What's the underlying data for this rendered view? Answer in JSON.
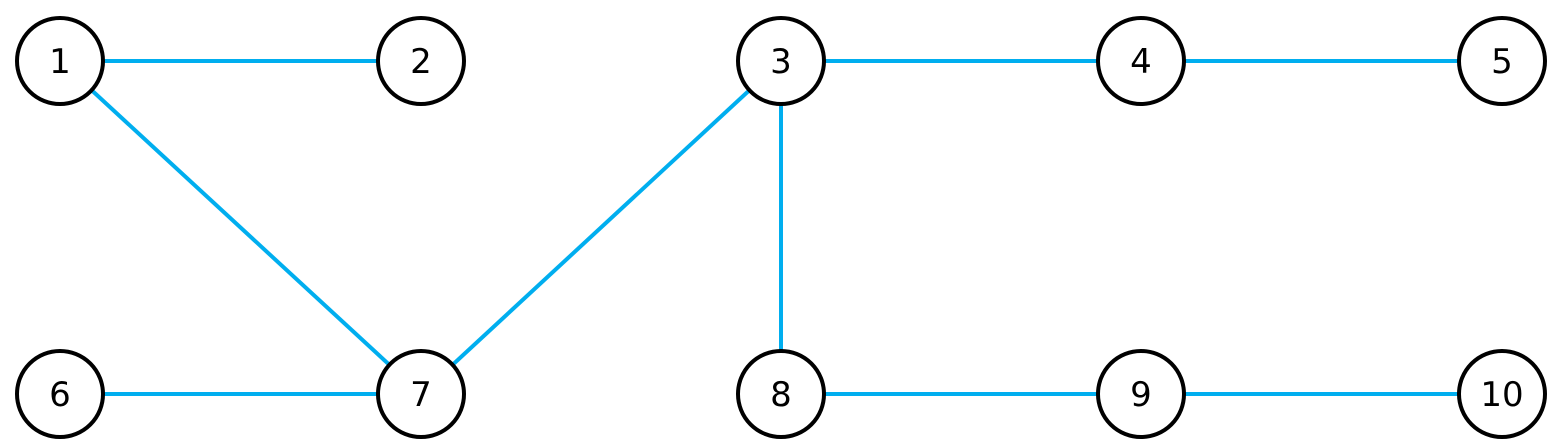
{
  "colors": {
    "edge": "#00AEEF",
    "node_stroke": "#000000",
    "node_fill": "#FFFFFF",
    "label": "#000000"
  },
  "nodes": [
    {
      "id": "1",
      "label": "1"
    },
    {
      "id": "2",
      "label": "2"
    },
    {
      "id": "3",
      "label": "3"
    },
    {
      "id": "4",
      "label": "4"
    },
    {
      "id": "5",
      "label": "5"
    },
    {
      "id": "6",
      "label": "6"
    },
    {
      "id": "7",
      "label": "7"
    },
    {
      "id": "8",
      "label": "8"
    },
    {
      "id": "9",
      "label": "9"
    },
    {
      "id": "10",
      "label": "10"
    }
  ],
  "edges": [
    {
      "from": "1",
      "to": "2"
    },
    {
      "from": "1",
      "to": "7"
    },
    {
      "from": "3",
      "to": "4"
    },
    {
      "from": "4",
      "to": "5"
    },
    {
      "from": "3",
      "to": "7"
    },
    {
      "from": "3",
      "to": "8"
    },
    {
      "from": "6",
      "to": "7"
    },
    {
      "from": "8",
      "to": "9"
    },
    {
      "from": "9",
      "to": "10"
    }
  ]
}
